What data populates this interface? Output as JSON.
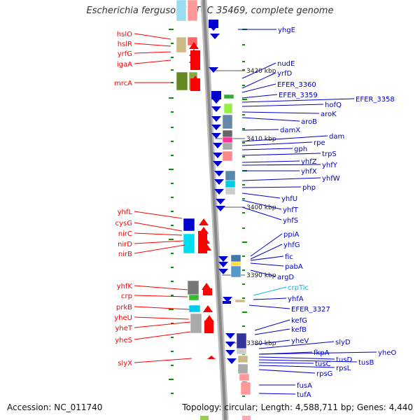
{
  "title": "Escherichia fergusonii ATCC 35469, complete genome",
  "footer": {
    "accession": "Accession: NC_011740",
    "summary": "Topology: circular; Length: 4,588,711 bp; Genes: 4,440"
  },
  "colors": {
    "left_strand": "#ff0000",
    "right_strand": "#0000cc",
    "cyan_label": "#00b8e6",
    "backbone": "#888888",
    "tick": "#009900"
  },
  "scale_labels": [
    "3420 kbp",
    "3410 kbp",
    "3400 kbp",
    "3390 kbp",
    "3380 kbp"
  ],
  "left_genes": [
    "hslO",
    "hslR",
    "yrfG",
    "igaA",
    "mrcA",
    "yhfL",
    "cysG",
    "nirC",
    "nirD",
    "nirB",
    "yhfK",
    "crp",
    "prkB",
    "yheU",
    "yheT",
    "yheS",
    "slyX"
  ],
  "right_genes": [
    "yhgE",
    "nudE",
    "yrfD",
    "EFER_3360",
    "EFER_3359",
    "EFER_3358",
    "hofQ",
    "aroK",
    "aroB",
    "damX",
    "dam",
    "rpe",
    "gph",
    "trpS",
    "yhfZ",
    "yhfY",
    "yhfX",
    "yhfW",
    "php",
    "yhfU",
    "yhfT",
    "yhfS",
    "ppiA",
    "yhfG",
    "fic",
    "pabA",
    "argD",
    "crpTic",
    "yhfA",
    "EFER_3327",
    "kefG",
    "kefB",
    "yheV",
    "slyD",
    "yheO",
    "fkpA",
    "tusD",
    "tusB",
    "tusC",
    "rpsL",
    "rpsG",
    "fusA",
    "tufA"
  ]
}
